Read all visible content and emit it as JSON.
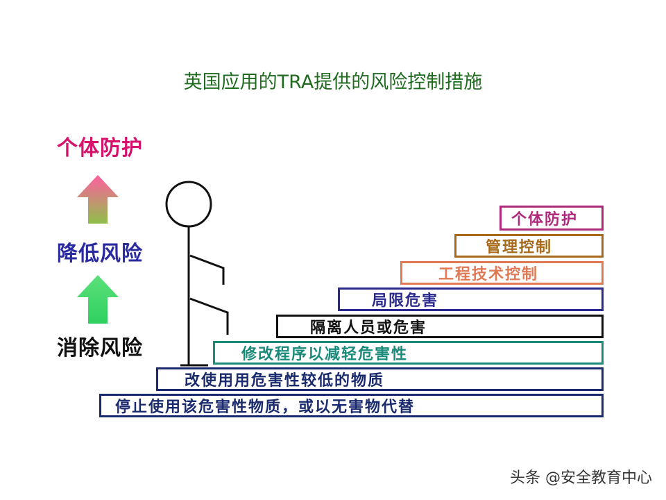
{
  "title": "英国应用的TRA提供的风险控制措施",
  "side_labels": {
    "top": "个体防护",
    "middle": "降低风险",
    "bottom": "消除风险"
  },
  "steps": [
    {
      "label": "停止使用该危害性物质，或以无害物代替",
      "color": "#1a2a6e"
    },
    {
      "label": "改使用用危害性较低的物质",
      "color": "#1a2a6e"
    },
    {
      "label": "修改程序以减轻危害性",
      "color": "#1a8a7a"
    },
    {
      "label": "隔离人员或危害",
      "color": "#111111"
    },
    {
      "label": "局限危害",
      "color": "#2a2a8e"
    },
    {
      "label": "工程技术控制",
      "color": "#e07a55"
    },
    {
      "label": "管理控制",
      "color": "#a86a1a"
    },
    {
      "label": "个体防护",
      "color": "#b0287a"
    }
  ],
  "colors": {
    "title": "#1f6b1f",
    "label_top": "#d6126b",
    "label_middle": "#2a2aa0",
    "label_bottom": "#111111"
  },
  "watermark": "头条 @安全教育中心"
}
